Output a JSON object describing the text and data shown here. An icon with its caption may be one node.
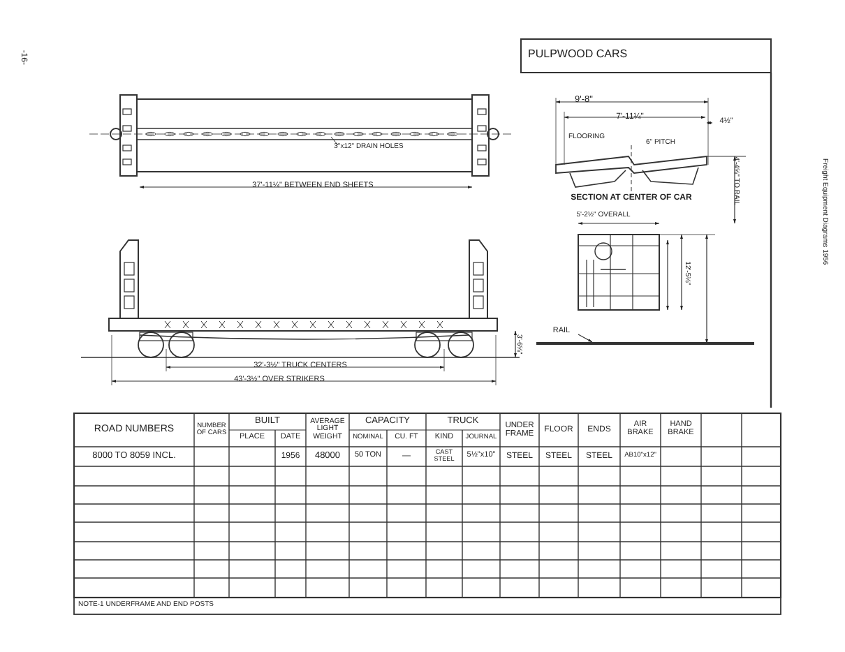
{
  "diagram": {
    "title": "PULPWOOD CARS",
    "labels": [
      "-16-",
      "9'-8\"",
      "7'-11¼\"",
      "4½\"",
      "FLOORING",
      "6\" PITCH",
      "4'-4⅝\" TO RAIL",
      "SECTION AT CENTER OF CAR",
      "5'-2½\" OVERALL",
      "12'-5⅛\"",
      "3\"x12\" DRAIN HOLES",
      "37'-11¼\" BETWEEN END SHEETS",
      "3'-6⅝\"",
      "32'-3½\" TRUCK CENTERS",
      "43'-3½\" OVER STRIKERS",
      "Freight Equipment Diagrams 1956",
      "ROAD NUMBERS",
      "NUMBER OF CARS",
      "BUILT",
      "AVERAGE LIGHT WEIGHT",
      "CAPACITY",
      "TRUCK",
      "UNDER FRAME",
      "FLOOR",
      "ENDS",
      "AIR BRAKE",
      "HAND BRAKE",
      "PLACE",
      "DATE",
      "NOMINAL",
      "CU. FT",
      "KIND",
      "JOURNAL",
      "8000 TO 8059 INCL.",
      "1956",
      "48000",
      "50 TON",
      "—",
      "CAST STEEL",
      "5½\"x10\"",
      "STEEL",
      "STEEL",
      "STEEL",
      "AB10\"x12\"",
      "NOTE-1 UNDERFRAME AND END POSTS"
    ],
    "nodes": [
      {
        "text": [
          "RAIL"
        ]
      },
      {
        "text": [],
        "shape": "bar"
      }
    ],
    "edges": [
      {
        "from": 0,
        "to": 1,
        "arrow": "to"
      }
    ]
  }
}
